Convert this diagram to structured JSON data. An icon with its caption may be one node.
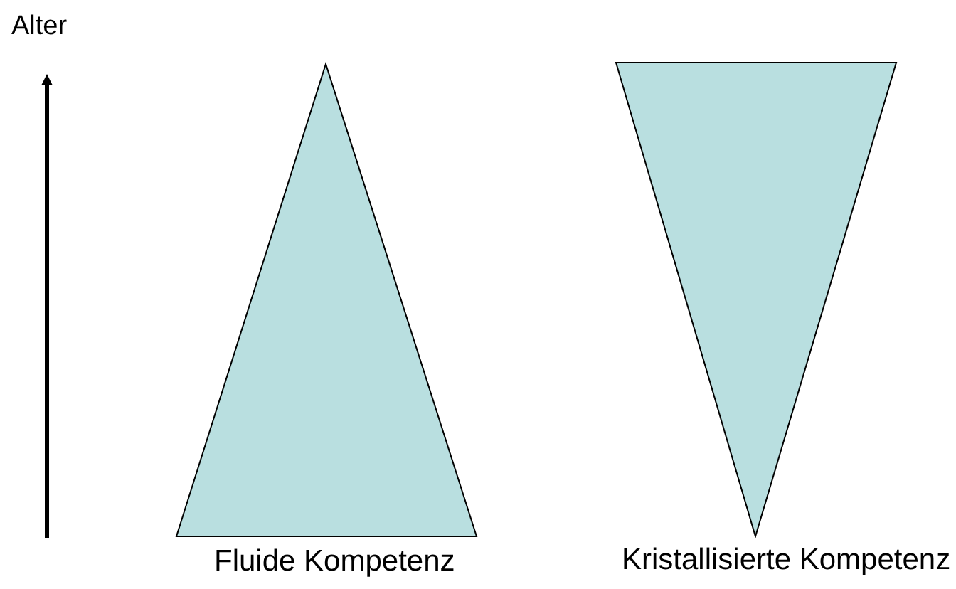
{
  "diagram": {
    "nodes": [
      {
        "text": [
          "Fluide Kompetenz"
        ]
      },
      {
        "text": [
          "Kristallisierte Kompetenz"
        ]
      }
    ],
    "labels": [
      "Alter"
    ]
  }
}
